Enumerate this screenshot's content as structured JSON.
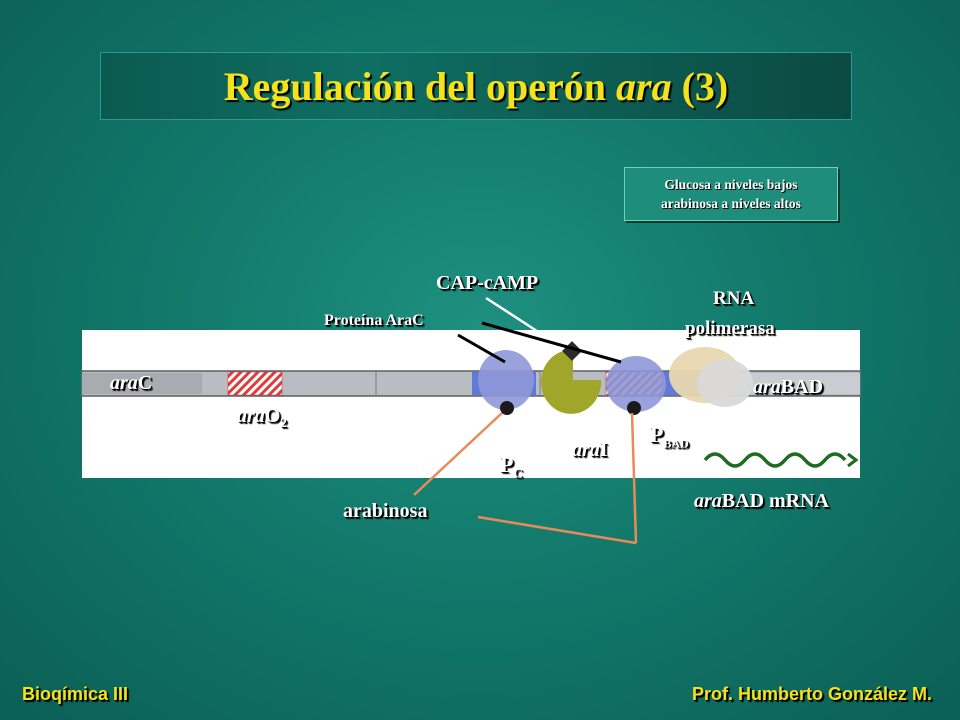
{
  "slide": {
    "title": "Regulación del operón",
    "title_italic": "ara",
    "title_suffix": "(3)"
  },
  "condition": {
    "line1": "Glucosa a niveles bajos",
    "line2": "arabinosa a niveles altos"
  },
  "labels": {
    "cap_camp": "CAP-cAMP",
    "rna_pol_1": "RNA",
    "rna_pol_2": "polimerasa",
    "proteina_arac": "Proteína AraC",
    "arac_italic": "ara",
    "arac_rest": "C",
    "araO2_italic": "ara",
    "araO2_rest": "O",
    "araO2_sub": "2",
    "arabad_italic": "ara",
    "arabad_rest": "BAD",
    "pbad_main": "P",
    "pbad_sub": "BAD",
    "pc_main": "P",
    "pc_sub": "C",
    "arai_italic": "ara",
    "arai_rest": "I",
    "arabinosa": "arabinosa",
    "mrna_italic": "ara",
    "mrna_rest": "BAD mRNA"
  },
  "footer": {
    "left": "Bioqímica III",
    "right": "Prof. Humberto González M."
  },
  "colors": {
    "title_yellow": "#f4e21a",
    "dna_gray": "#b9bdc1",
    "hatch_red": "#e23a3a",
    "arac_blue": "#8e98d8",
    "cap_olive": "#9fa62a",
    "rnapol_beige": "#e8d8b0",
    "pointer_orange": "#e88a5a",
    "mrna_green": "#1e6a1e"
  }
}
